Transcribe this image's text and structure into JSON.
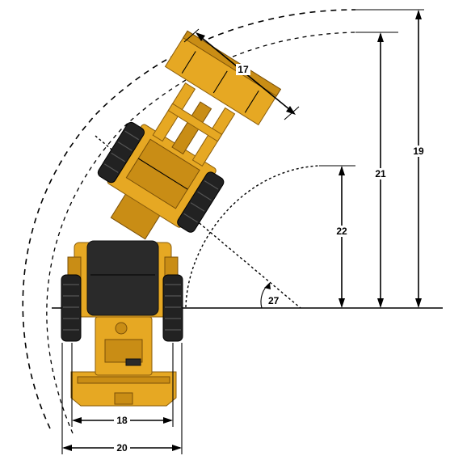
{
  "diagram": {
    "labels": {
      "bucket_width": "17",
      "turn_radius_outer": "19",
      "turn_radius_mid": "21",
      "turn_radius_inner": "22",
      "articulation_angle": "27",
      "tread_width": "18",
      "overall_width": "20"
    },
    "colors": {
      "machine": "#e6a823",
      "machine_shadow": "#c98d15",
      "cab_roof": "#2a2a2a",
      "tires": "#222222",
      "lines": "#000000"
    }
  }
}
